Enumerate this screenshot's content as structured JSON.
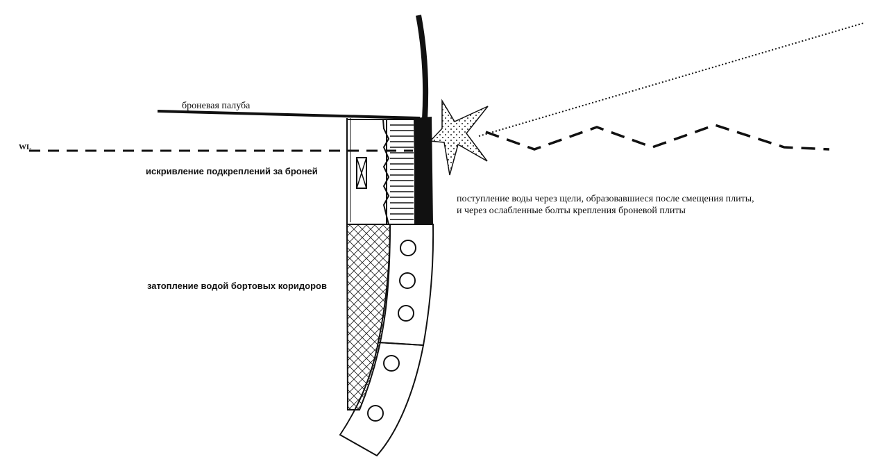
{
  "labels": {
    "armor_deck": "броневая палуба",
    "waterline": "WL",
    "frame_deformation": "искривление подкреплений за броней",
    "water_inflow_line1": "поступление воды через щели, образовавшиеся после смещения плиты,",
    "water_inflow_line2": "и через ослабленные болты крепления броневой плиты",
    "corridor_flooding": "затопление водой бортовых коридоров"
  },
  "colors": {
    "ink": "#111111",
    "background": "#ffffff"
  }
}
